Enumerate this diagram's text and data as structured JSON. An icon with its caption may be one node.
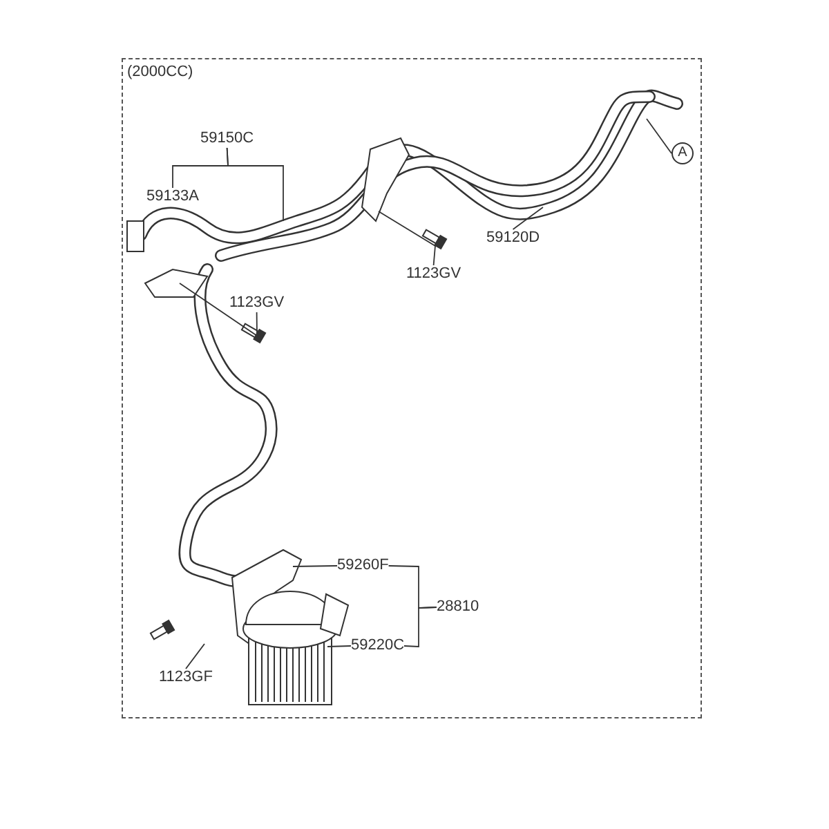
{
  "diagram": {
    "nodes": [
      {
        "text": [
          "(2000CC)"
        ]
      },
      {
        "text": [
          "59150C"
        ],
        "in": 0
      },
      {
        "text": [
          "59133A"
        ],
        "in": 0
      },
      {
        "text": [
          "1123GV"
        ],
        "in": 0
      },
      {
        "text": [
          "59120D"
        ],
        "in": 0
      },
      {
        "text": [
          "A"
        ],
        "in": 0
      },
      {
        "text": [
          "1123GV"
        ],
        "in": 0
      },
      {
        "text": [
          "59260F"
        ],
        "in": 0
      },
      {
        "text": [
          "28810"
        ],
        "in": 0
      },
      {
        "text": [
          "59220C"
        ],
        "in": 0
      },
      {
        "text": [
          "1123GF"
        ],
        "in": 0
      }
    ],
    "edges": [
      {
        "from": 1,
        "to": 2,
        "arrow": "none"
      },
      {
        "from": 1,
        "to": null,
        "arrow": "none"
      },
      {
        "from": 3,
        "to": null,
        "arrow": "none"
      },
      {
        "from": 4,
        "to": null,
        "arrow": "none"
      },
      {
        "from": 5,
        "to": null,
        "arrow": "none"
      },
      {
        "from": 6,
        "to": null,
        "arrow": "none"
      },
      {
        "from": 7,
        "to": null,
        "arrow": "none"
      },
      {
        "from": 8,
        "to": 7,
        "arrow": "none"
      },
      {
        "from": 8,
        "to": 9,
        "arrow": "none"
      },
      {
        "from": 9,
        "to": null,
        "arrow": "none"
      },
      {
        "from": 10,
        "to": null,
        "arrow": "none"
      }
    ]
  }
}
